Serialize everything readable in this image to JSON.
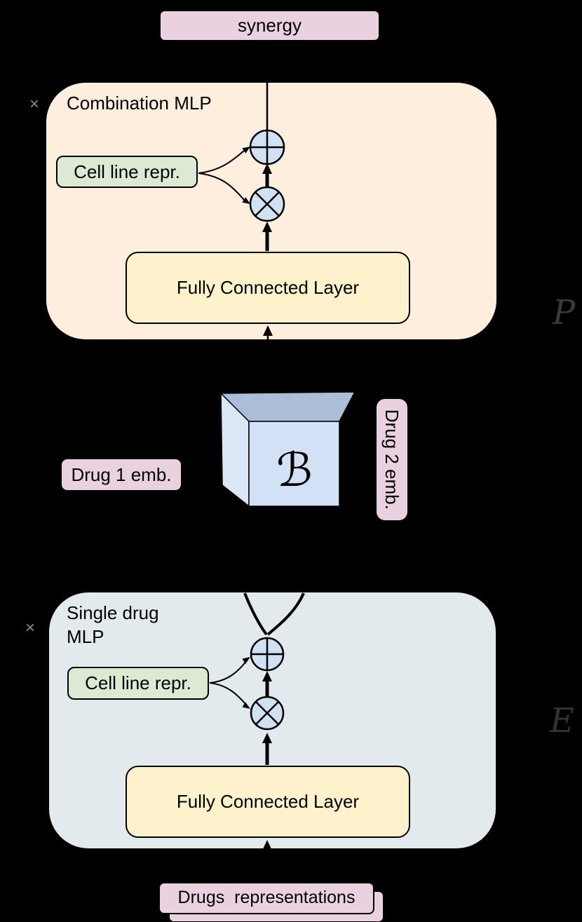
{
  "colors": {
    "background": "#000000",
    "pink": "#e9d1df",
    "peach": "#fdeedd",
    "pale_blue": "#e2eaee",
    "green": "#dcead3",
    "yellow": "#fef2cd",
    "circle_blue": "#cfe1f3",
    "cube_front": "#d3e1f4",
    "cube_top": "#aabfd7",
    "cube_left": "#dbe6f7",
    "line": "#000000"
  },
  "nodes": {
    "synergy": {
      "label": "synergy"
    },
    "combination_mlp": {
      "title": "Combination MLP"
    },
    "cell_line_top": {
      "label": "Cell line repr."
    },
    "fc_top": {
      "label": "Fully Connected Layer"
    },
    "tensor": {
      "label": "ℬ"
    },
    "drug1": {
      "label": "Drug 1 emb."
    },
    "drug2": {
      "label": "Drug 2 emb."
    },
    "single_mlp": {
      "title_line1": "Single drug",
      "title_line2": "MLP"
    },
    "cell_line_bottom": {
      "label": "Cell line repr."
    },
    "fc_bottom": {
      "label": "Fully Connected Layer"
    },
    "drugs_repr": {
      "label": "Drugs  representations"
    }
  },
  "operators": {
    "sum": "circled-plus",
    "product": "circled-times"
  },
  "annotations": {
    "multiplier_top": "×",
    "multiplier_bottom": "×",
    "output_symbol_top": "P",
    "output_symbol_bottom": "E"
  }
}
